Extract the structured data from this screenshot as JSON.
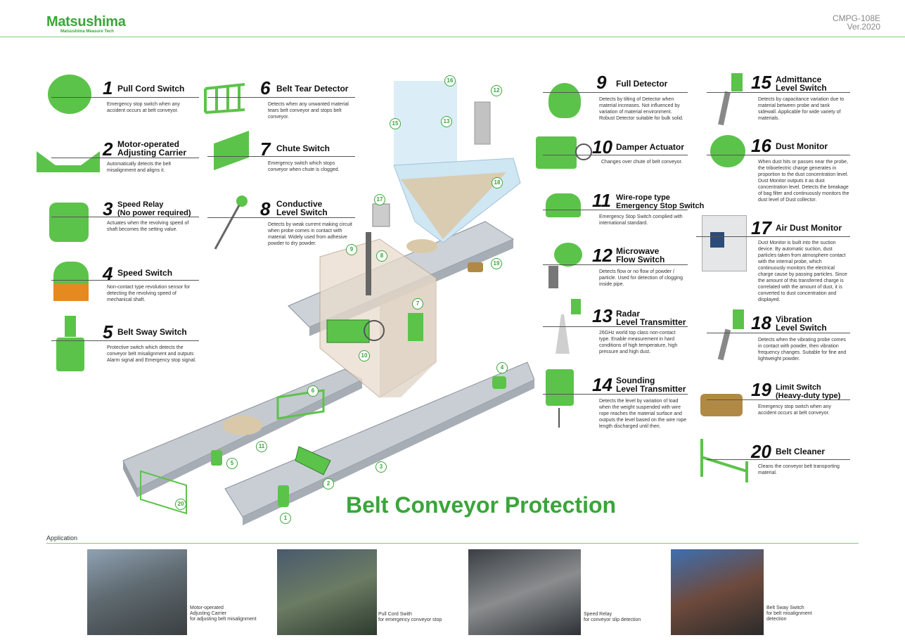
{
  "brand": {
    "name": "Matsushima",
    "sub": "Matsushima Measure Tech"
  },
  "doc": {
    "code": "CMPG-108E",
    "version": "Ver.2020"
  },
  "main_title": "Belt Conveyor Protection",
  "items": [
    {
      "num": "1",
      "title": "Pull Cord Switch",
      "desc": "Emergency stop switch when any accident occurs at belt conveyor."
    },
    {
      "num": "2",
      "title": "Motor-operated\nAdjusting Carrier",
      "desc": "Automatically detects the belt misalignment and aligns it."
    },
    {
      "num": "3",
      "title": "Speed Relay\n(No power required)",
      "desc": "Actuates when the revolving speed of shaft becomes the setting value."
    },
    {
      "num": "4",
      "title": "Speed Switch",
      "desc": "Non-contact type revolution sensor for detecting the revolving speed of mechanical shaft."
    },
    {
      "num": "5",
      "title": "Belt Sway Switch",
      "desc": "Protective switch which detects the conveyor belt misalignment and outputs Alarm signal and Emergency stop signal."
    },
    {
      "num": "6",
      "title": "Belt Tear Detector",
      "desc": "Detects when any unwanted material tears belt conveyor and stops belt conveyor."
    },
    {
      "num": "7",
      "title": "Chute Switch",
      "desc": "Emergency switch which stops conveyor when chute is clogged."
    },
    {
      "num": "8",
      "title": "Conductive\nLevel Switch",
      "desc": "Detects by weak current making circuit when probe comes in contact with material. Widely used from adhesive powder to dry powder."
    },
    {
      "num": "9",
      "title": "Full Detector",
      "desc": "Detects by tilting of Detector when material increases. Not influenced by variation of material environment. Robust Detector suitable for bulk solid."
    },
    {
      "num": "10",
      "title": "Damper Actuator",
      "desc": "Changes over chute of belt conveyor."
    },
    {
      "num": "11",
      "title": "Wire-rope type\nEmergency Stop Switch",
      "desc": "Emergency Stop Switch complied with international standard."
    },
    {
      "num": "12",
      "title": "Microwave\nFlow Switch",
      "desc": "Detects flow or no flow of powder / particle. Used for detection of clogging inside pipe."
    },
    {
      "num": "13",
      "title": "Radar\nLevel Transmitter",
      "desc": "26GHz world top class non-contact type. Enable measurement in hard conditions of high temperature, high pressure and high dust."
    },
    {
      "num": "14",
      "title": "Sounding\nLevel Transmitter",
      "desc": "Detects the level by variation of load when the weight suspended with wire rope reaches the material surface and outputs the level based on the wire rope length discharged until then."
    },
    {
      "num": "15",
      "title": "Admittance\nLevel Switch",
      "desc": "Detects by capacitance variation due to material between probe and tank sidewall. Applicable for wide variety of materials."
    },
    {
      "num": "16",
      "title": "Dust Monitor",
      "desc": "When dust hits or passes near the probe, the triboelectric charge generates in proportion to the dust concentration level. Dust Monitor outputs it as dust concentration level. Detects the breakage of bag filter and continuously monitors the dust level of Dust collector."
    },
    {
      "num": "17",
      "title": "Air Dust Monitor",
      "desc": "Dust Monitor is built into the suction device. By automatic suction, dust particles taken from atmosphere contact with the internal probe, which continuously monitors the electrical charge cause by passing particles. Since the amount of this transferred charge is correlated with the amount of dust, it is converted to dust concentration and displayed."
    },
    {
      "num": "18",
      "title": "Vibration\nLevel Switch",
      "desc": "Detects when the vibrating probe comes in contact with powder, then vibration frequency changes. Suitable for fine and lightweight powder."
    },
    {
      "num": "19",
      "title": "Limit Switch\n(Heavy-duty type)",
      "desc": "Emergency stop switch when any accident occurs at belt conveyor."
    },
    {
      "num": "20",
      "title": "Belt Cleaner",
      "desc": "Cleans the conveyor belt transporting material."
    }
  ],
  "application": {
    "label": "Application",
    "photos": [
      {
        "caption": "Motor-operated\nAdjusting Carrier\nfor adjusting belt misalignment"
      },
      {
        "caption": "Pull Cord Swith\nfor emergency conveyor stop"
      },
      {
        "caption": "Speed Relay\nfor conveyor slip detection"
      },
      {
        "caption": "Belt Sway Switch\nfor belt misalignment\ndetection"
      }
    ]
  },
  "diagram_tags": [
    "1",
    "2",
    "3",
    "4",
    "5",
    "6",
    "7",
    "8",
    "9",
    "10",
    "11",
    "12",
    "13",
    "15",
    "16",
    "17",
    "18",
    "19",
    "20"
  ],
  "colors": {
    "brand_green": "#3aa53a",
    "device_green": "#5cc34a",
    "steel": "#b9bec6",
    "dark": "#111111"
  }
}
